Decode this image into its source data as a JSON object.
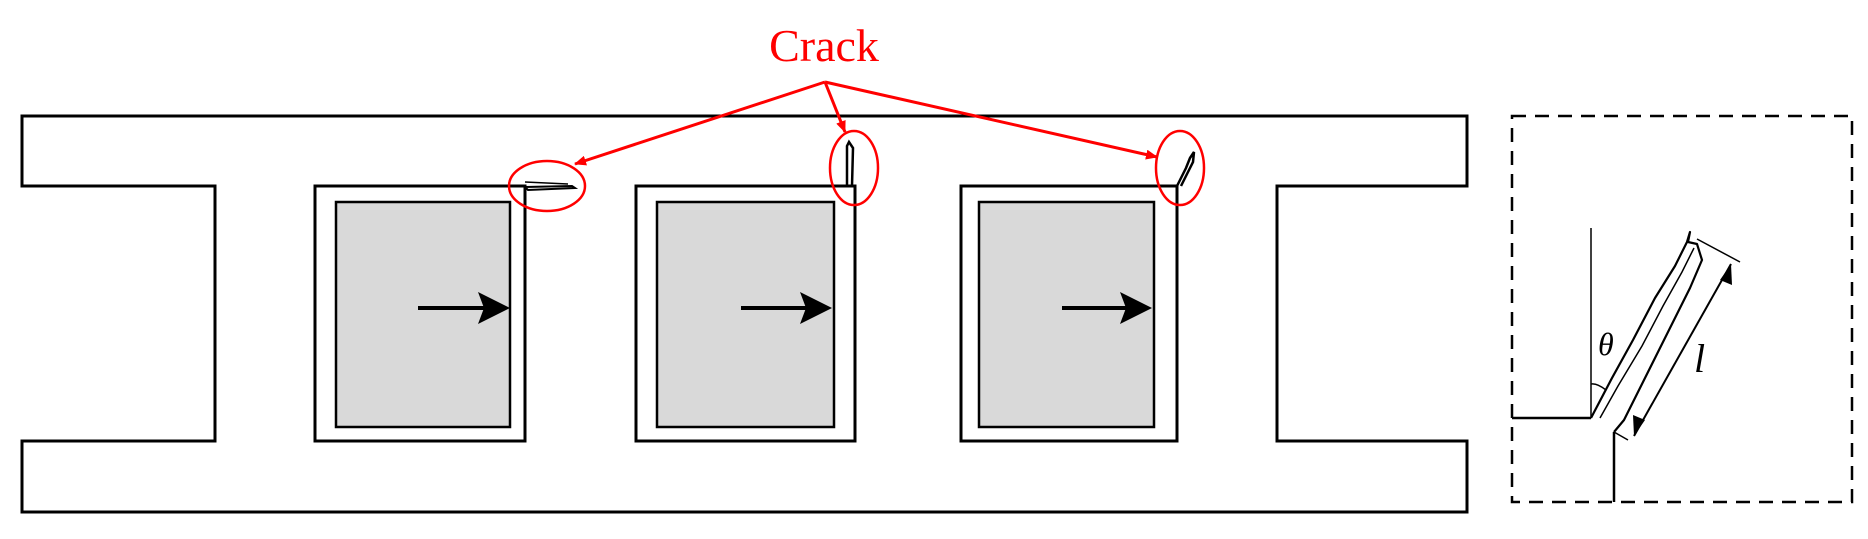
{
  "annotation": {
    "label": "Crack",
    "color": "#ff0000"
  },
  "detail": {
    "angle_symbol": "θ",
    "length_symbol": "l"
  },
  "colors": {
    "outline": "#000000",
    "cell_fill": "#d9d9d9",
    "highlight": "#ff0000"
  }
}
